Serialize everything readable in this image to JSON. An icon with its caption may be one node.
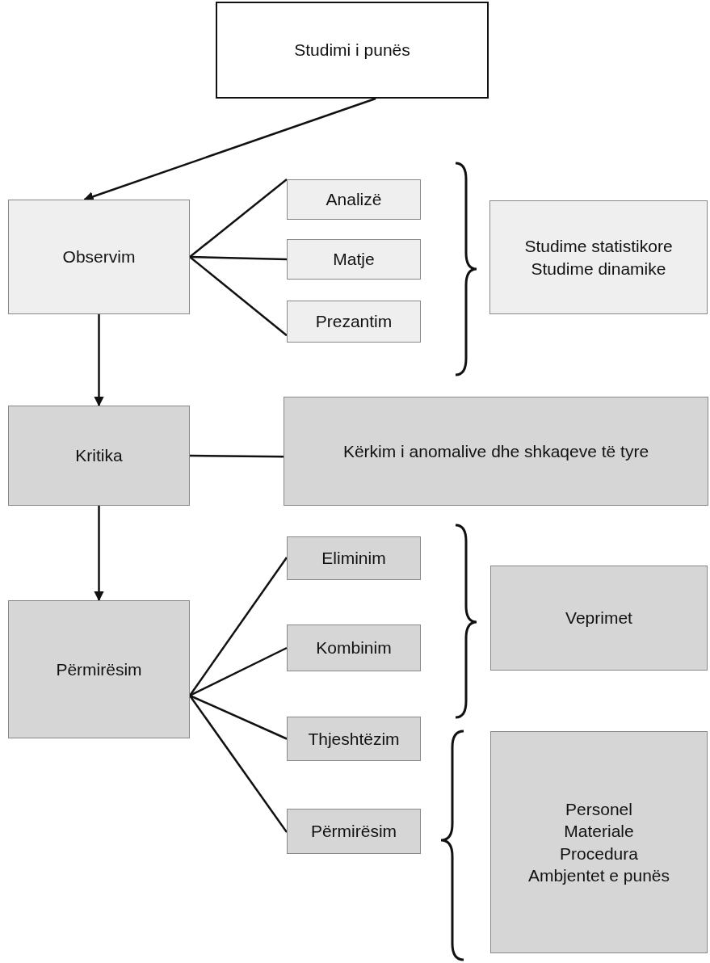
{
  "diagram": {
    "nodes": [
      {
        "text": [
          "Studimi i punës"
        ]
      },
      {
        "text": [
          "Observim"
        ]
      },
      {
        "text": [
          "Analizë"
        ]
      },
      {
        "text": [
          "Matje"
        ]
      },
      {
        "text": [
          "Prezantim"
        ]
      },
      {
        "text": [
          "Studime statistikore",
          "Studime dinamike"
        ]
      },
      {
        "text": [
          "Kritika"
        ]
      },
      {
        "text": [
          "Kërkim i anomalive dhe shkaqeve të tyre"
        ]
      },
      {
        "text": [
          "Përmirësim"
        ]
      },
      {
        "text": [
          "Eliminim"
        ]
      },
      {
        "text": [
          "Kombinim"
        ]
      },
      {
        "text": [
          "Thjeshtëzim"
        ]
      },
      {
        "text": [
          "Përmirësim"
        ]
      },
      {
        "text": [
          "Veprimet"
        ]
      },
      {
        "text": [
          "Personel",
          "Materiale",
          "Procedura",
          "Ambjentet e punës"
        ]
      }
    ],
    "edges": [
      {
        "from": 0,
        "to": 1,
        "arrow": "to"
      },
      {
        "from": 1,
        "to": 2,
        "arrow": "none"
      },
      {
        "from": 1,
        "to": 3,
        "arrow": "none"
      },
      {
        "from": 1,
        "to": 4,
        "arrow": "none"
      },
      {
        "from": 1,
        "to": 6,
        "arrow": "to"
      },
      {
        "from": 6,
        "to": 7,
        "arrow": "none"
      },
      {
        "from": 6,
        "to": 8,
        "arrow": "to"
      },
      {
        "from": 8,
        "to": 9,
        "arrow": "none"
      },
      {
        "from": 8,
        "to": 10,
        "arrow": "none"
      },
      {
        "from": 8,
        "to": 11,
        "arrow": "none"
      },
      {
        "from": 8,
        "to": 12,
        "arrow": "none"
      }
    ]
  }
}
